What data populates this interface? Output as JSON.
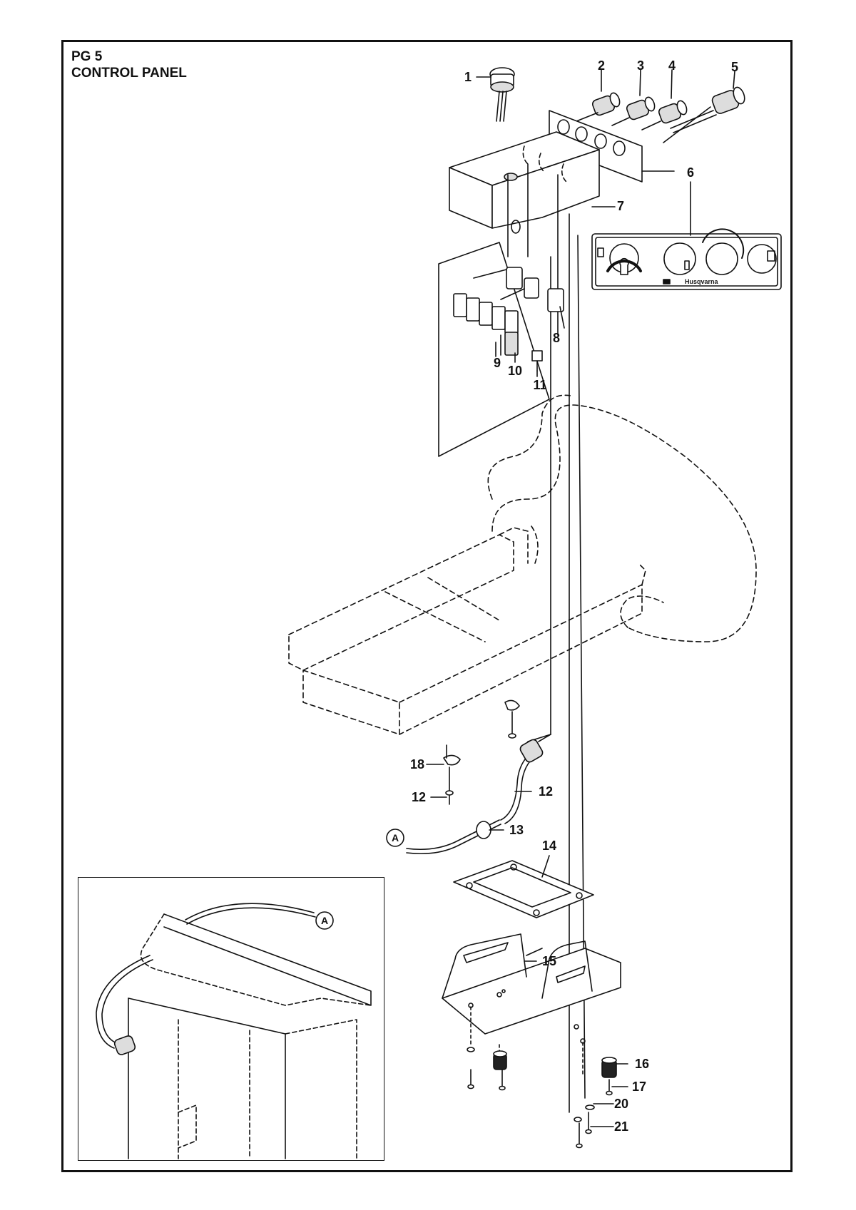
{
  "page": {
    "code": "PG 5",
    "title": "CONTROL PANEL"
  },
  "panel": {
    "brand": "Husqvarna"
  },
  "callouts": [
    {
      "id": "c1",
      "label": "1"
    },
    {
      "id": "c2",
      "label": "2"
    },
    {
      "id": "c3",
      "label": "3"
    },
    {
      "id": "c4",
      "label": "4"
    },
    {
      "id": "c5",
      "label": "5"
    },
    {
      "id": "c6",
      "label": "6"
    },
    {
      "id": "c6b",
      "label": "6"
    },
    {
      "id": "c7",
      "label": "7"
    },
    {
      "id": "c8",
      "label": "8"
    },
    {
      "id": "c9",
      "label": "9"
    },
    {
      "id": "c10",
      "label": "10"
    },
    {
      "id": "c11",
      "label": "11"
    },
    {
      "id": "c12a",
      "label": "12"
    },
    {
      "id": "c12b",
      "label": "12"
    },
    {
      "id": "c13",
      "label": "13"
    },
    {
      "id": "c14",
      "label": "14"
    },
    {
      "id": "c15",
      "label": "15"
    },
    {
      "id": "c16",
      "label": "16"
    },
    {
      "id": "c17",
      "label": "17"
    },
    {
      "id": "c18",
      "label": "18"
    },
    {
      "id": "c20",
      "label": "20"
    },
    {
      "id": "c21",
      "label": "21"
    }
  ],
  "connector_markers": [
    {
      "id": "A1",
      "label": "A"
    },
    {
      "id": "A2",
      "label": "A"
    }
  ]
}
